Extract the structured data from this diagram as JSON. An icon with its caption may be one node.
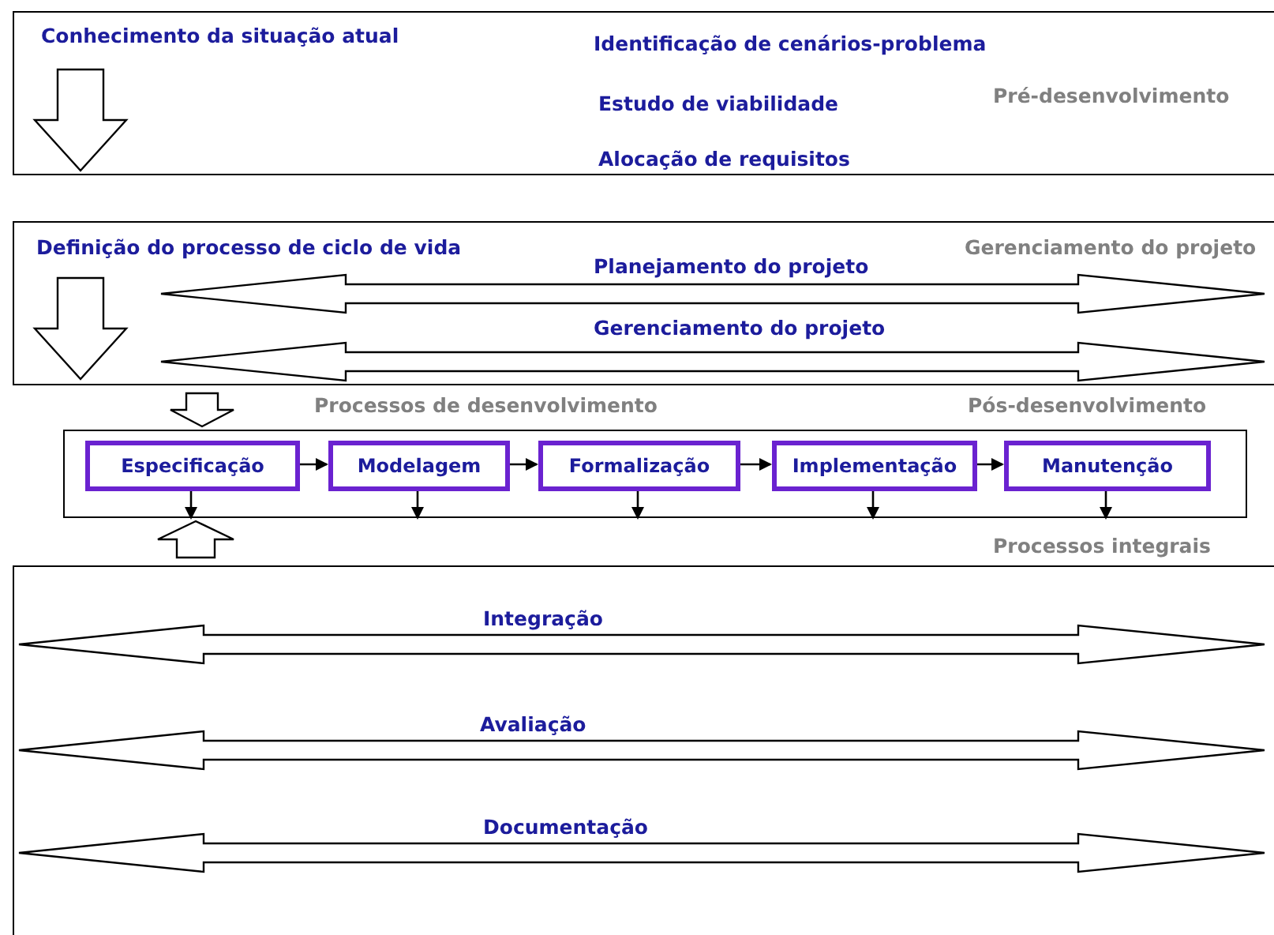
{
  "diagram": {
    "nodes": [
      {
        "text": [
          "Conhecimento da situação atual",
          "Identificação de cenários-problema",
          "Estudo de viabilidade",
          "Alocação de requisitos",
          "Pré-desenvolvimento"
        ]
      },
      {
        "text": [
          "Definição do processo de ciclo de vida",
          "Gerenciamento do projeto"
        ]
      },
      {
        "text": [
          "Planejamento do projeto"
        ],
        "in": 1
      },
      {
        "text": [
          "Gerenciamento do projeto"
        ],
        "in": 1
      },
      {
        "text": [
          "Processos de desenvolvimento",
          "Pós-desenvolvimento"
        ]
      },
      {
        "text": [
          "Especificação"
        ],
        "in": 4
      },
      {
        "text": [
          "Modelagem"
        ],
        "in": 4
      },
      {
        "text": [
          "Formalização"
        ],
        "in": 4
      },
      {
        "text": [
          "Implementação"
        ],
        "in": 4
      },
      {
        "text": [
          "Manutenção"
        ],
        "in": 4
      },
      {
        "text": [
          "Processos integrais"
        ]
      },
      {
        "text": [
          "Integração"
        ],
        "in": 10
      },
      {
        "text": [
          "Avaliação"
        ],
        "in": 10
      },
      {
        "text": [
          "Documentação"
        ],
        "in": 10
      }
    ],
    "edges": [
      {
        "from": 1,
        "to": 4,
        "arrow": "to",
        "style": "thick"
      },
      {
        "from": 10,
        "to": 4,
        "arrow": "to",
        "style": "thick"
      },
      {
        "from": 5,
        "to": 6,
        "arrow": "to"
      },
      {
        "from": 6,
        "to": 7,
        "arrow": "to"
      },
      {
        "from": 7,
        "to": 8,
        "arrow": "to"
      },
      {
        "from": 8,
        "to": 9,
        "arrow": "to"
      },
      {
        "from": 5,
        "to": null,
        "arrow": "to"
      },
      {
        "from": 6,
        "to": null,
        "arrow": "to"
      },
      {
        "from": 7,
        "to": null,
        "arrow": "to"
      },
      {
        "from": 8,
        "to": null,
        "arrow": "to"
      },
      {
        "from": 9,
        "to": null,
        "arrow": "to"
      }
    ]
  }
}
